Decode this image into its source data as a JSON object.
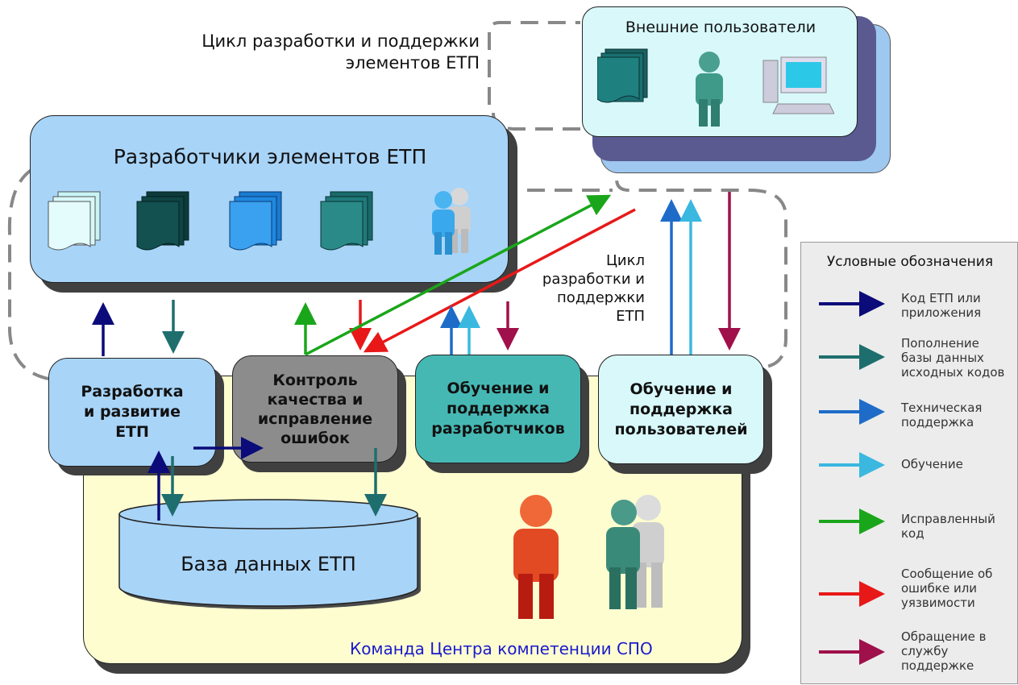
{
  "labels": {
    "cycle_elements": "Цикл разработки и поддержки\nэлементов ЕТП",
    "cycle_etp": "Цикл\nразработки и\nподдержки\nЕТП",
    "external_users": "Внешние пользователи",
    "developers": "Разработчики элементов ЕТП",
    "dev_and_growth": "Разработка\nи развитие\nЕТП",
    "quality_control": "Контроль\nкачества и\nисправление\nошибок",
    "training_devs": "Обучение и\nподдержка\nразработчиков",
    "training_users": "Обучение и\nподдержка\nпользователей",
    "database": "База данных ЕТП",
    "team": "Команда Центра компетенции СПО"
  },
  "legend": {
    "title": "Условные обозначения",
    "items": [
      {
        "label": "Код ЕТП или\nприложения",
        "color": "#0b0b7a"
      },
      {
        "label": "Пополнение\nбазы данных\nисходных кодов",
        "color": "#1f6e6e"
      },
      {
        "label": "Техническая\nподдержка",
        "color": "#1e6cc8"
      },
      {
        "label": "Обучение",
        "color": "#3ab8e0"
      },
      {
        "label": "Исправленный\nкод",
        "color": "#1aa61a"
      },
      {
        "label": "Сообщение об\nошибке или\nуязвимости",
        "color": "#e81818"
      },
      {
        "label": "Обращение в\nслужбу\nподдержке",
        "color": "#a0104a"
      }
    ]
  },
  "colors": {
    "navy": "#0b0b7a",
    "teal": "#1f6e6e",
    "blue": "#1e6cc8",
    "lightblue": "#3ab8e0",
    "green": "#1aa61a",
    "red": "#e81818",
    "crimson": "#a0104a",
    "team_text": "#1a1acc"
  },
  "icons": {
    "documents": "document-stack-icon",
    "person": "person-icon",
    "computer": "computer-icon",
    "group": "people-group-icon"
  }
}
